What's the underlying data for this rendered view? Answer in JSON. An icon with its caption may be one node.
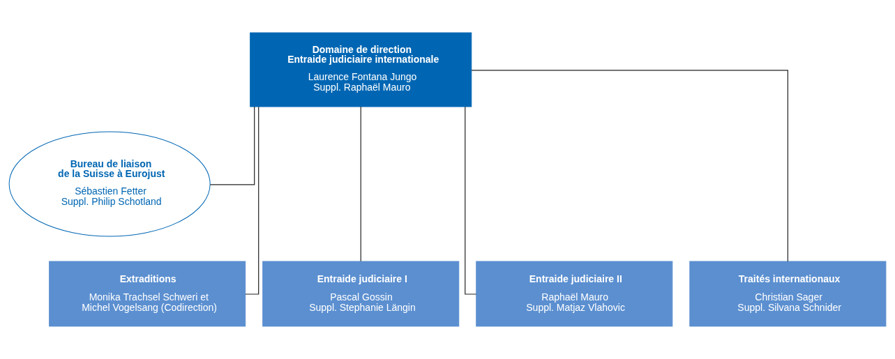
{
  "diagram": {
    "nodes": [
      {
        "text": [
          "Domaine de direction Entraide judiciaire internationale",
          "Laurence Fontana Jungo Suppl. Raphaël Mauro"
        ]
      },
      {
        "text": [
          "Bureau de liaison de la Suisse à Eurojust",
          "Sébastien Fetter Suppl. Philip Schotland"
        ]
      },
      {
        "text": [
          "Extraditions",
          "Monika Trachsel Schweri et Michel Vogelsang (Codirection)"
        ]
      },
      {
        "text": [
          "Entraide judiciaire I",
          "Pascal Gossin Suppl. Stephanie Längin"
        ]
      },
      {
        "text": [
          "Entraide judiciaire II",
          "Raphaël Mauro Suppl. Matjaz Vlahovic"
        ]
      },
      {
        "text": [
          "Traités internationaux",
          "Christian Sager Suppl. Silvana Schnider"
        ]
      }
    ],
    "edges": [
      {
        "from": 0,
        "to": 1,
        "arrow": "none"
      },
      {
        "from": 0,
        "to": 2,
        "arrow": "none"
      },
      {
        "from": 0,
        "to": 3,
        "arrow": "none"
      },
      {
        "from": 0,
        "to": 4,
        "arrow": "none"
      },
      {
        "from": 0,
        "to": 5,
        "arrow": "none"
      }
    ]
  }
}
